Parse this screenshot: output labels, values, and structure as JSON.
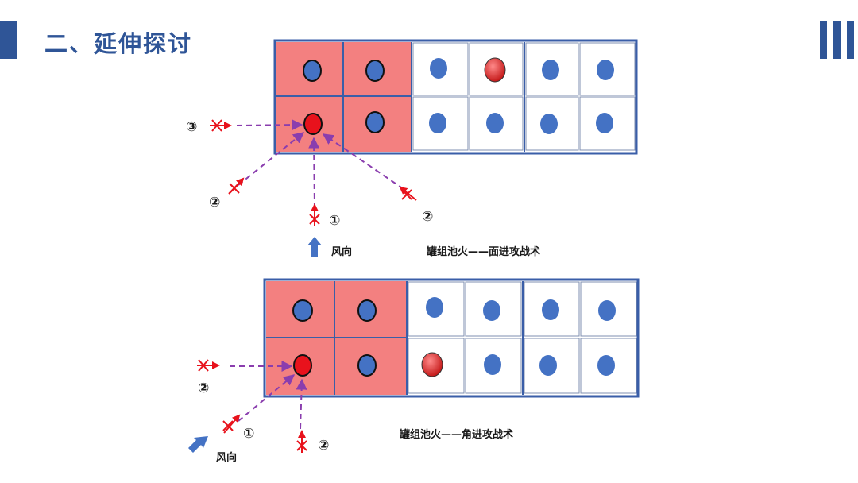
{
  "header": {
    "title": "二、延伸探讨"
  },
  "diagram_top": {
    "caption": "罐组池火——面进攻战术",
    "wind_label": "风向",
    "markers": [
      "③",
      "②",
      "①",
      "②"
    ]
  },
  "diagram_bottom": {
    "caption": "罐组池火——角进攻战术",
    "wind_label": "风向",
    "markers": [
      "②",
      "①",
      "②"
    ]
  },
  "colors": {
    "fire_zone": "#f38080",
    "tank_blue": "#4472c4",
    "tank_red": "#e8121c",
    "frame": "#3a5ea8",
    "arrow": "#8a3dae",
    "nozzle": "#e8121c",
    "accent": "#2f5597"
  }
}
